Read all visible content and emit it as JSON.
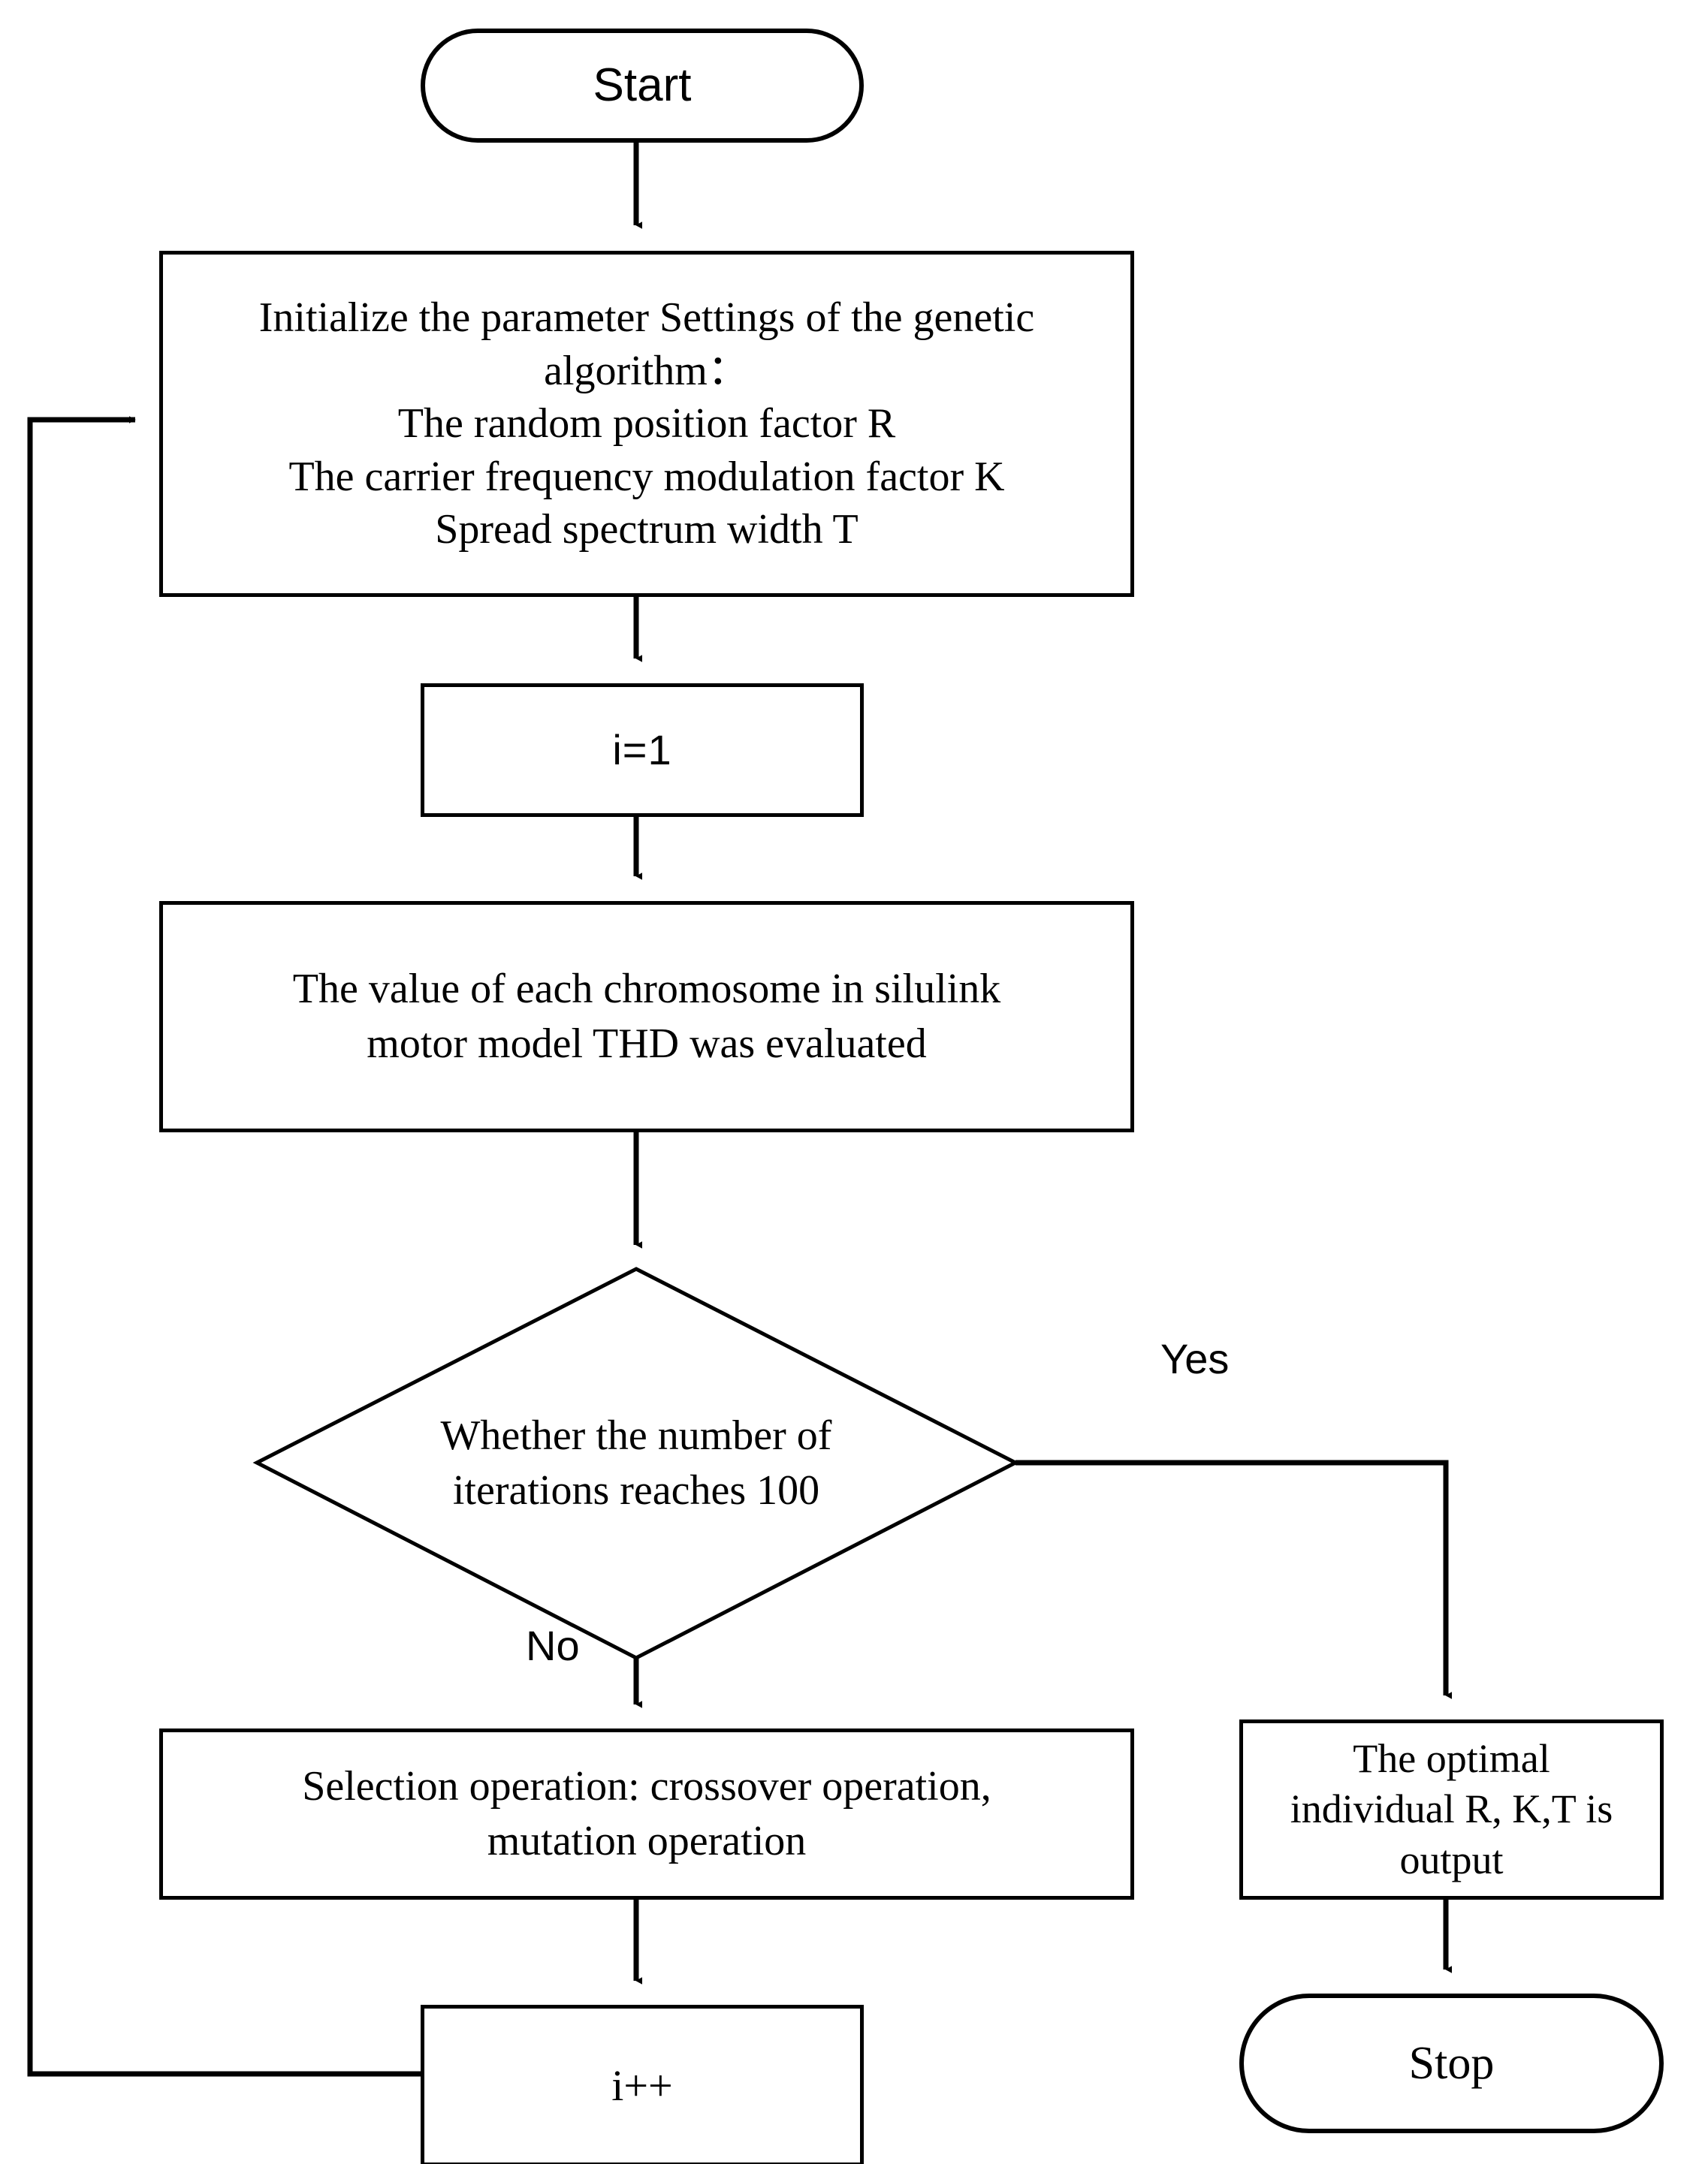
{
  "diagram": {
    "type": "flowchart",
    "title": "Genetic algorithm optimization flowchart",
    "background_color": "#ffffff",
    "line_color": "#000000",
    "text_color": "#000000"
  },
  "nodes": {
    "start": {
      "label": "Start",
      "shape": "terminal"
    },
    "initialize": {
      "label": "Initialize the parameter Settings of the genetic\nalgorithm：\nThe random position factor R\nThe carrier frequency modulation factor K\nSpread spectrum width T",
      "shape": "process"
    },
    "counter_init": {
      "label": "i=1",
      "shape": "process"
    },
    "evaluate": {
      "label": "The value of each chromosome in silulink\nmotor model THD was evaluated",
      "shape": "process"
    },
    "decision": {
      "label": "Whether the number of\niterations reaches 100",
      "shape": "decision"
    },
    "selection": {
      "label": "Selection operation: crossover operation,\nmutation operation",
      "shape": "process"
    },
    "increment": {
      "label": "i++",
      "shape": "process"
    },
    "output": {
      "label": "The optimal\nindividual R, K,T is\noutput",
      "shape": "process"
    },
    "stop": {
      "label": "Stop",
      "shape": "terminal"
    }
  },
  "edge_labels": {
    "yes": "Yes",
    "no": "No"
  }
}
